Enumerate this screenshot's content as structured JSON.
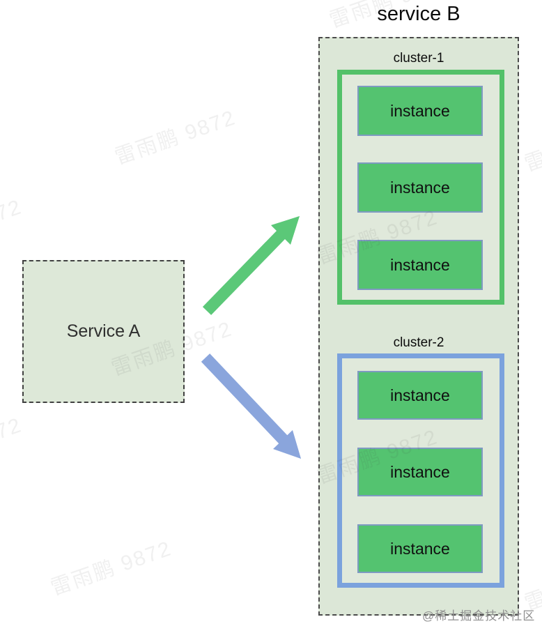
{
  "title": "service B",
  "service_a": {
    "label": "Service A"
  },
  "service_b": {
    "clusters": [
      {
        "name": "cluster-1",
        "border_color": "#53c169",
        "instances": [
          "instance",
          "instance",
          "instance"
        ]
      },
      {
        "name": "cluster-2",
        "border_color": "#7ba2dd",
        "instances": [
          "instance",
          "instance",
          "instance"
        ]
      }
    ]
  },
  "arrows": [
    {
      "name": "arrow-service-a-to-cluster-1",
      "color": "#5bc878"
    },
    {
      "name": "arrow-service-a-to-cluster-2",
      "color": "#8aa5dc"
    }
  ],
  "colors": {
    "service_box_fill": "#dce7d7",
    "cluster_inner_fill": "#e0e9db",
    "instance_fill": "#54c370",
    "instance_border": "#7e9ac1",
    "dashed_border": "#4a4a4a"
  },
  "watermarks": {
    "tile_text": "雷雨鹏 9872",
    "credit": "@稀土掘金技术社区"
  }
}
